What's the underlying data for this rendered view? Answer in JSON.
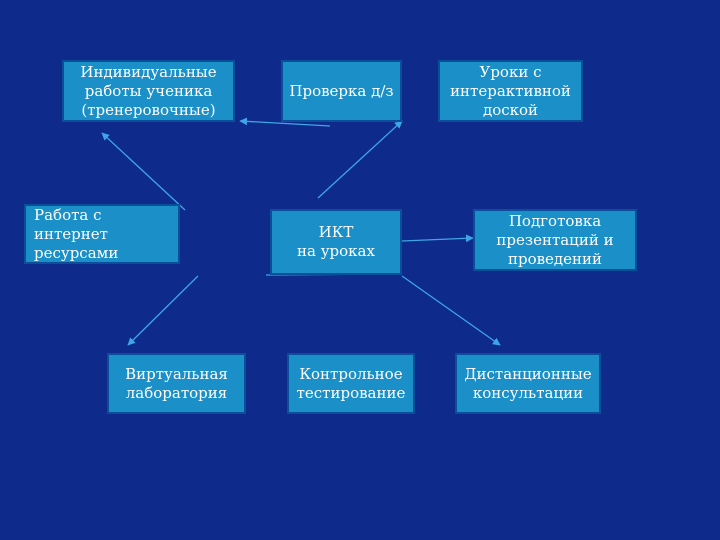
{
  "diagram": {
    "colors": {
      "background": "#0e2a8a",
      "node_fill": "#1a8fc8",
      "node_border": "#0b4f9a",
      "node_text": "#ffffff",
      "arrow": "#3ea6e6"
    },
    "nodes": {
      "individual_work": "Индивидуальные\nработы ученика\n(тренеровочные)",
      "homework_check": "Проверка д/з",
      "interactive_board": "Уроки с\nинтерактивной\nдоской",
      "internet_resources": "Работа с интернет\nресурсами",
      "ikt": "ИКТ\nна уроках",
      "presentations": "Подготовка\nпрезентаций и\nпроведений",
      "virtual_lab": "Виртуальная\nлаборатория",
      "control_testing": "Контрольное\nтестирование",
      "remote_consult": "Дистанционные\nконсультации"
    }
  }
}
